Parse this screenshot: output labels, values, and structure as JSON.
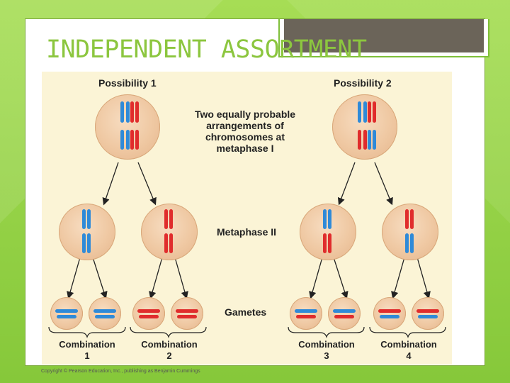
{
  "slide": {
    "title": "INDEPENDENT ASSORTMENT",
    "copyright": "Copyright © Pearson Education, Inc., publishing as Benjamin Cummings"
  },
  "figure": {
    "possibility_1": "Possibility 1",
    "possibility_2": "Possibility 2",
    "arrangements_note": "Two equally probable arrangements of chromosomes at metaphase I",
    "metaphase_2": "Metaphase II",
    "gametes": "Gametes",
    "combinations": [
      {
        "label": "Combination",
        "number": "1"
      },
      {
        "label": "Combination",
        "number": "2"
      },
      {
        "label": "Combination",
        "number": "3"
      },
      {
        "label": "Combination",
        "number": "4"
      }
    ]
  },
  "colors": {
    "background": "#8fcf3a",
    "title": "#8cc63f",
    "chromosome_red": "#e02c2c",
    "chromosome_blue": "#2f8ad8",
    "cell": "#efc8a2",
    "figure_background": "#fbf4d6"
  }
}
